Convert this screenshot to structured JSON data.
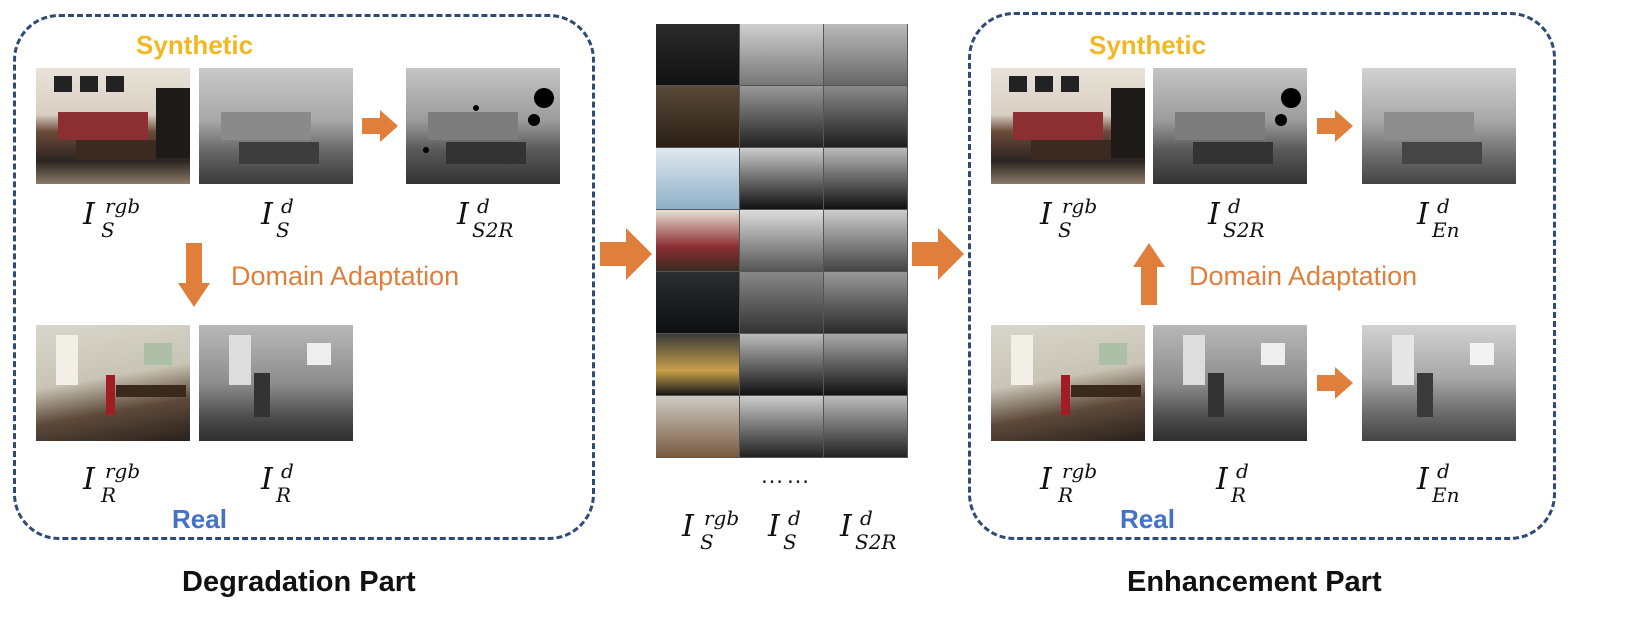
{
  "colors": {
    "panel_border": "#2f4a75",
    "synthetic": "#f2b824",
    "real": "#4472c4",
    "orange": "#e07f3b"
  },
  "left": {
    "synthetic_label": "Synthetic",
    "real_label": "Real",
    "domain_adaptation": "Domain Adaptation",
    "part_title": "Degradation Part",
    "labels": {
      "s_rgb": {
        "base": "I",
        "sup": "rgb",
        "sub": "S"
      },
      "s_d": {
        "base": "I",
        "sup": "d",
        "sub": "S"
      },
      "s2r_d": {
        "base": "I",
        "sup": "d",
        "sub": "S2R"
      },
      "r_rgb": {
        "base": "I",
        "sup": "rgb",
        "sub": "R"
      },
      "r_d": {
        "base": "I",
        "sup": "d",
        "sub": "R"
      }
    }
  },
  "middle": {
    "dots": "……",
    "labels": {
      "s_rgb": {
        "base": "I",
        "sup": "rgb",
        "sub": "S"
      },
      "s_d": {
        "base": "I",
        "sup": "d",
        "sub": "S"
      },
      "s2r_d": {
        "base": "I",
        "sup": "d",
        "sub": "S2R"
      }
    }
  },
  "right": {
    "synthetic_label": "Synthetic",
    "real_label": "Real",
    "domain_adaptation": "Domain Adaptation",
    "part_title": "Enhancement Part",
    "labels": {
      "s_rgb": {
        "base": "I",
        "sup": "rgb",
        "sub": "S"
      },
      "s2r_d": {
        "base": "I",
        "sup": "d",
        "sub": "S2R"
      },
      "en_d_top": {
        "base": "I",
        "sup": "d",
        "sub": "En"
      },
      "r_rgb": {
        "base": "I",
        "sup": "rgb",
        "sub": "R"
      },
      "r_d": {
        "base": "I",
        "sup": "d",
        "sub": "R"
      },
      "en_d_bottom": {
        "base": "I",
        "sup": "d",
        "sub": "En"
      }
    }
  }
}
